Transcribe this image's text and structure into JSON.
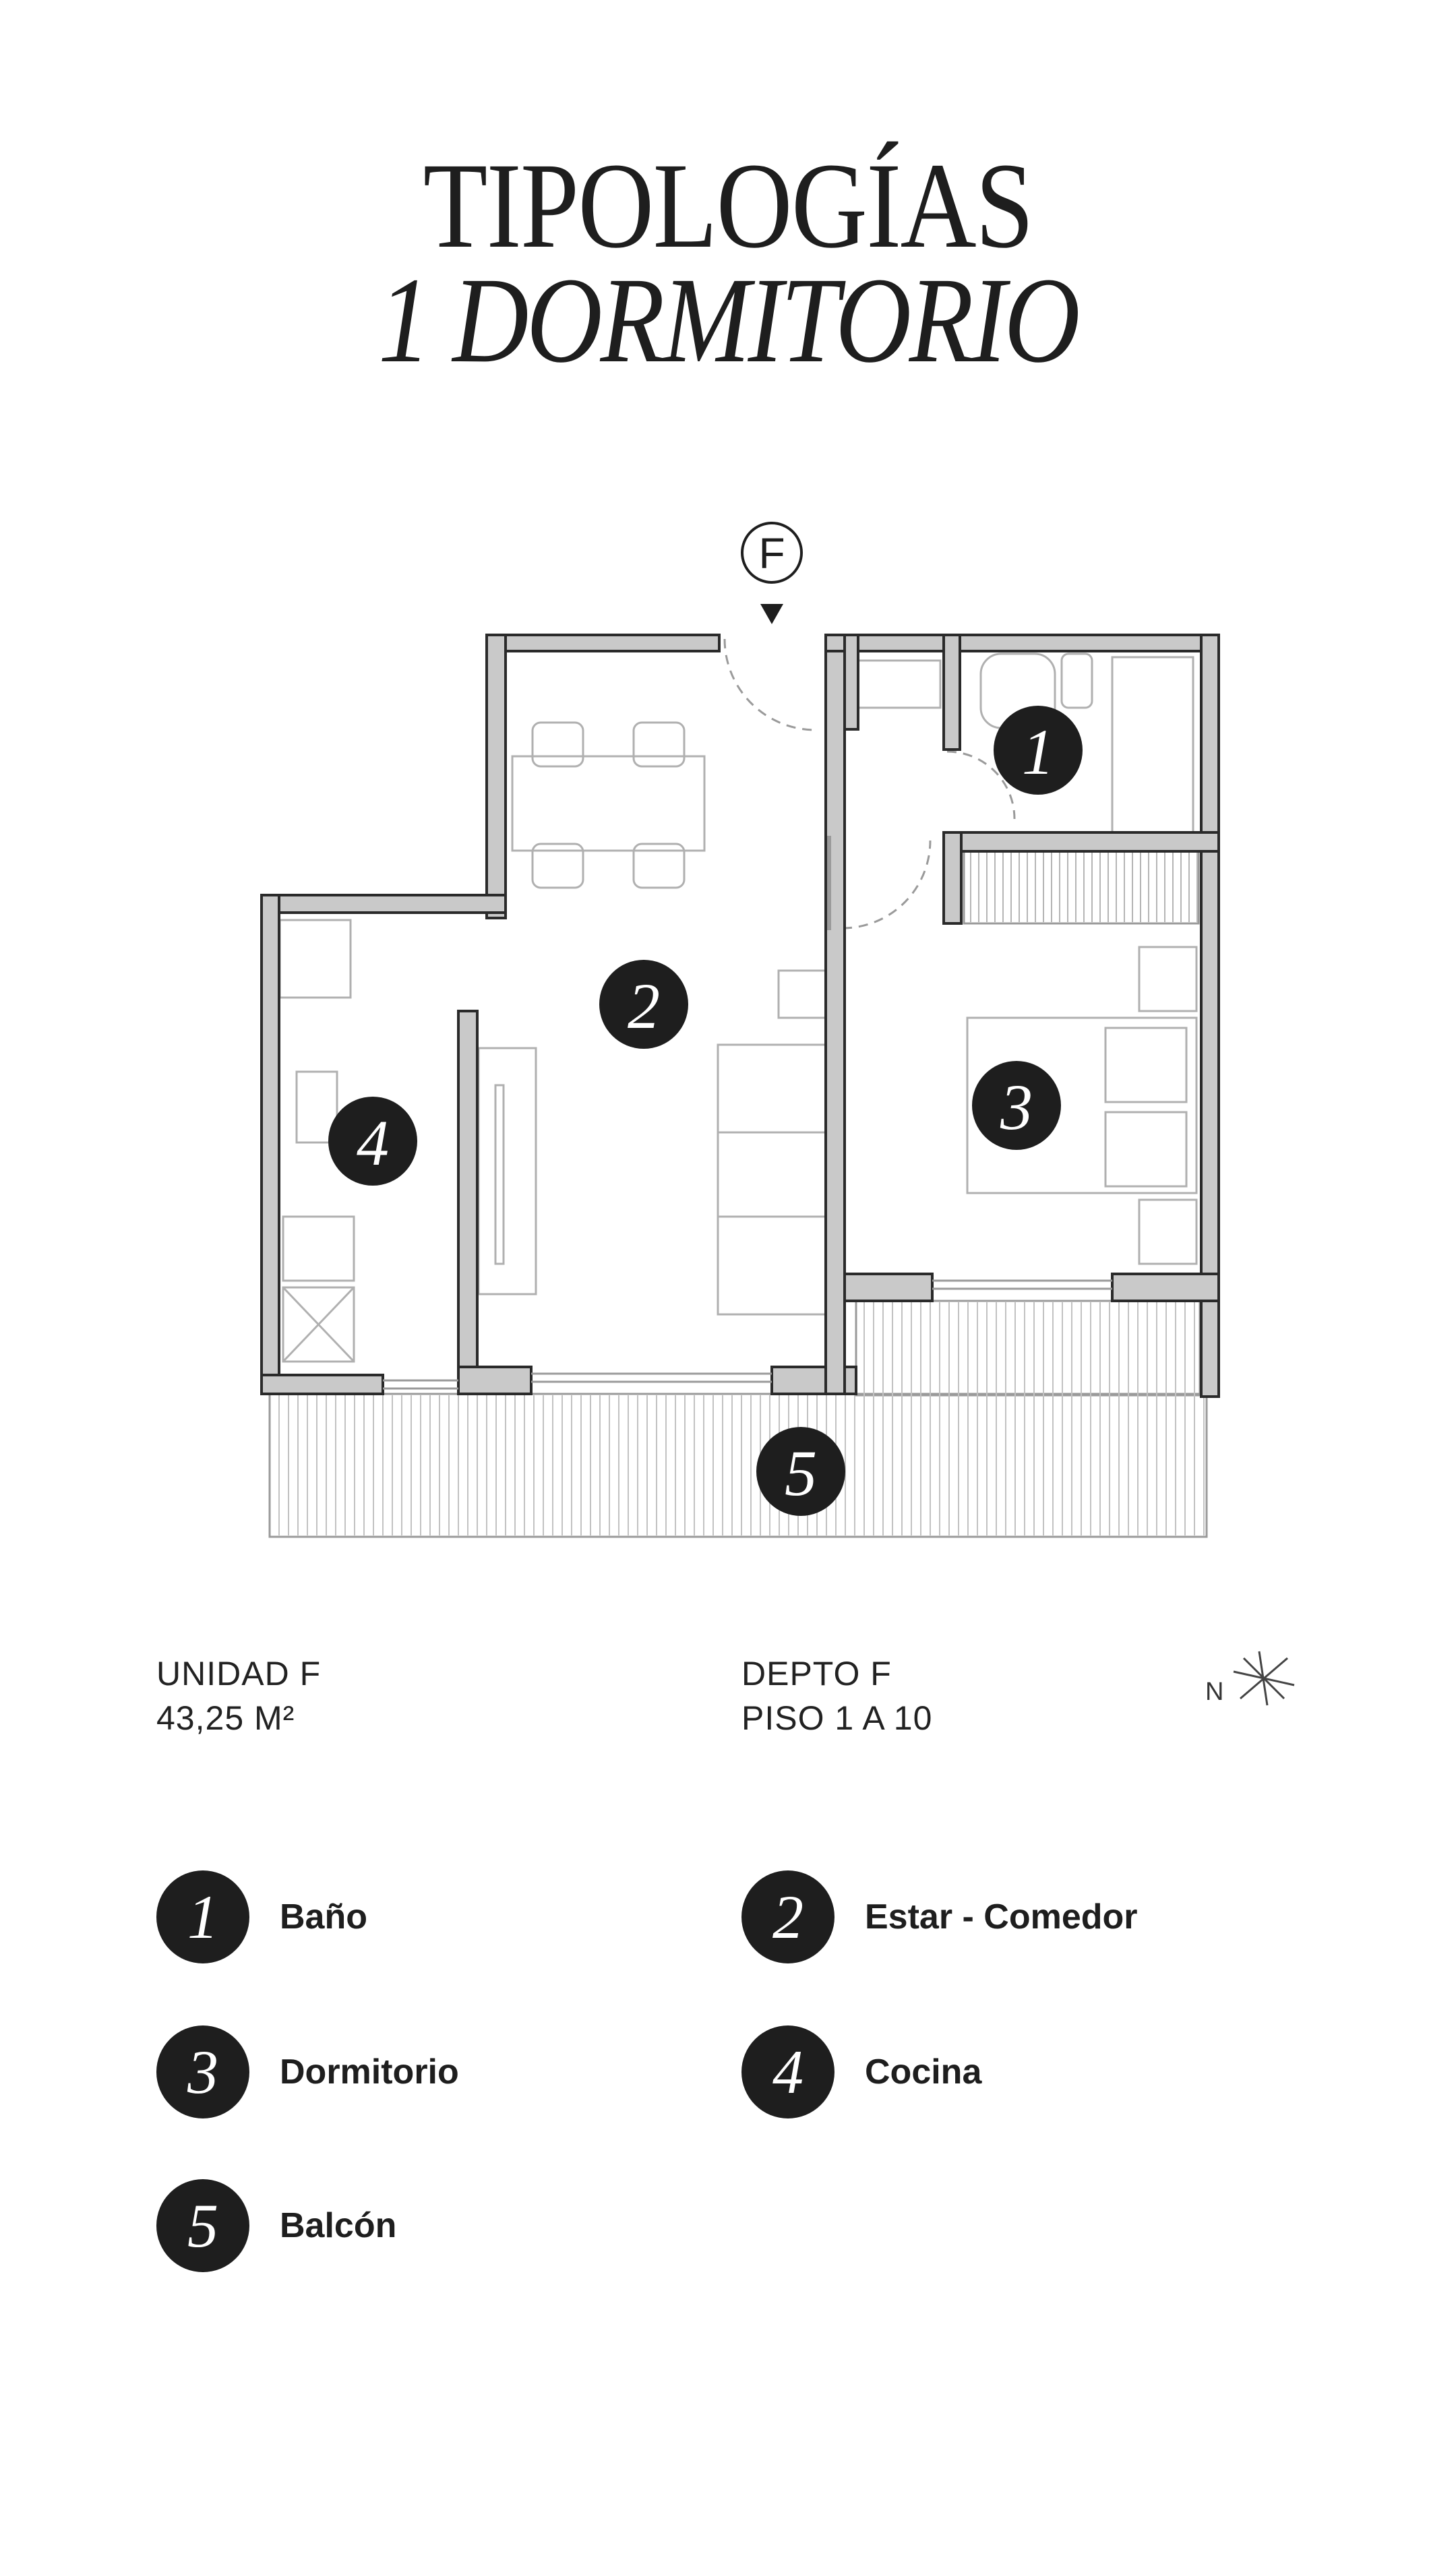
{
  "header": {
    "title_line1": "TIPOLOGÍAS",
    "title_line2": "1 DORMITORIO"
  },
  "plan": {
    "entrance_label": "F",
    "room_markers": [
      "1",
      "2",
      "3",
      "4",
      "5"
    ],
    "compass_label": "N"
  },
  "info": {
    "unit_name": "UNIDAD F",
    "unit_area": "43,25 M²",
    "depto": "DEPTO F",
    "floors": "PISO 1 A 10"
  },
  "legend": [
    {
      "number": "1",
      "label": "Baño"
    },
    {
      "number": "2",
      "label": "Estar - Comedor"
    },
    {
      "number": "3",
      "label": "Dormitorio"
    },
    {
      "number": "4",
      "label": "Cocina"
    },
    {
      "number": "5",
      "label": "Balcón"
    }
  ],
  "colors": {
    "dark": "#1e1e1e",
    "wall_fill": "#c9c9c9",
    "wall_stroke": "#2a2a2a",
    "line": "#9a9a9a"
  }
}
